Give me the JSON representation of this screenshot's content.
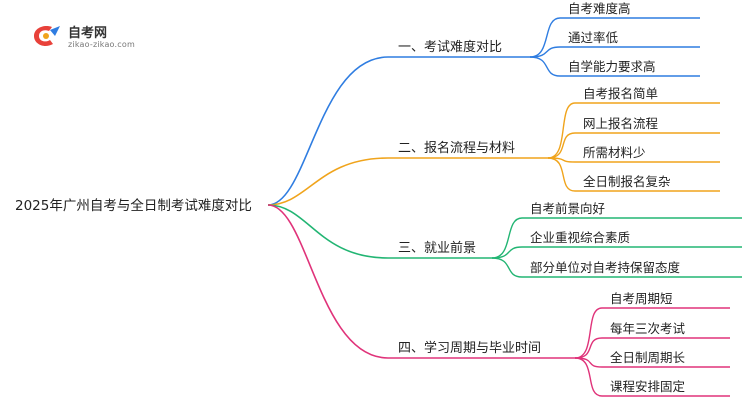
{
  "logo": {
    "title": "自考网",
    "subtitle": "zikao-zikao.com"
  },
  "root": {
    "label": "2025年广州自考与全日制考试难度对比"
  },
  "branches": [
    {
      "label": "一、考试难度对比",
      "color": "#2f7de1",
      "children": [
        "自考难度高",
        "通过率低",
        "自学能力要求高"
      ]
    },
    {
      "label": "二、报名流程与材料",
      "color": "#f0a41c",
      "children": [
        "自考报名简单",
        "网上报名流程",
        "所需材料少",
        "全日制报名复杂"
      ]
    },
    {
      "label": "三、就业前景",
      "color": "#22b573",
      "children": [
        "自考前景向好",
        "企业重视综合素质",
        "部分单位对自考持保留态度"
      ]
    },
    {
      "label": "四、学习周期与毕业时间",
      "color": "#e0337a",
      "children": [
        "自考周期短",
        "每年三次考试",
        "全日制周期长",
        "课程安排固定"
      ]
    }
  ]
}
